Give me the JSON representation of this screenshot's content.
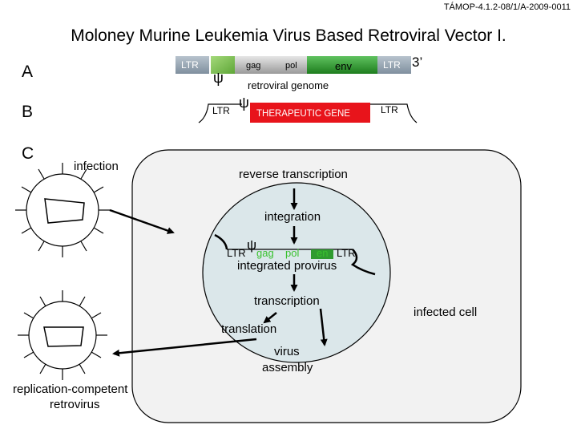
{
  "header": "TÁMOP-4.1.2-08/1/A-2009-0011",
  "title": "Moloney Murine Leukemia Virus Based Retroviral Vector I.",
  "rows": {
    "a": "A",
    "b": "B",
    "c": "C"
  },
  "genome": {
    "ltr_left": "LTR",
    "gag": "gag",
    "pol": "pol",
    "env": "env",
    "ltr_right": "LTR",
    "end_label": "3’",
    "psi": "ψ",
    "caption": "retroviral genome"
  },
  "vector": {
    "ltr_left": "LTR",
    "psi": "ψ",
    "gene": "THERAPEUTIC GENE",
    "ltr_right": "LTR"
  },
  "labels": {
    "infection": "infection",
    "reverse_transcription": "reverse transcription",
    "integration": "integration",
    "integrated_provirus": "integrated provirus",
    "transcription": "transcription",
    "translation": "translation",
    "virus_assembly_1": "virus",
    "virus_assembly_2": "assembly",
    "infected_cell": "infected cell",
    "replication_competent_1": "replication-competent",
    "replication_competent_2": "retrovirus"
  },
  "provirus": {
    "ltr_left": "LTR",
    "psi": "ψ",
    "gag": "gag",
    "pol": "pol",
    "env": "en",
    "ltr_right": "LTR"
  },
  "colors": {
    "ltr": "#8f9fae",
    "psi_box": "#7cc04a",
    "gag_pol": "#ababab",
    "env": "#2f9b2f",
    "gene": "#e8141b",
    "cell": "#f2f2f2",
    "nucleus": "#dbe7ea",
    "green_text": "#39c12e"
  }
}
